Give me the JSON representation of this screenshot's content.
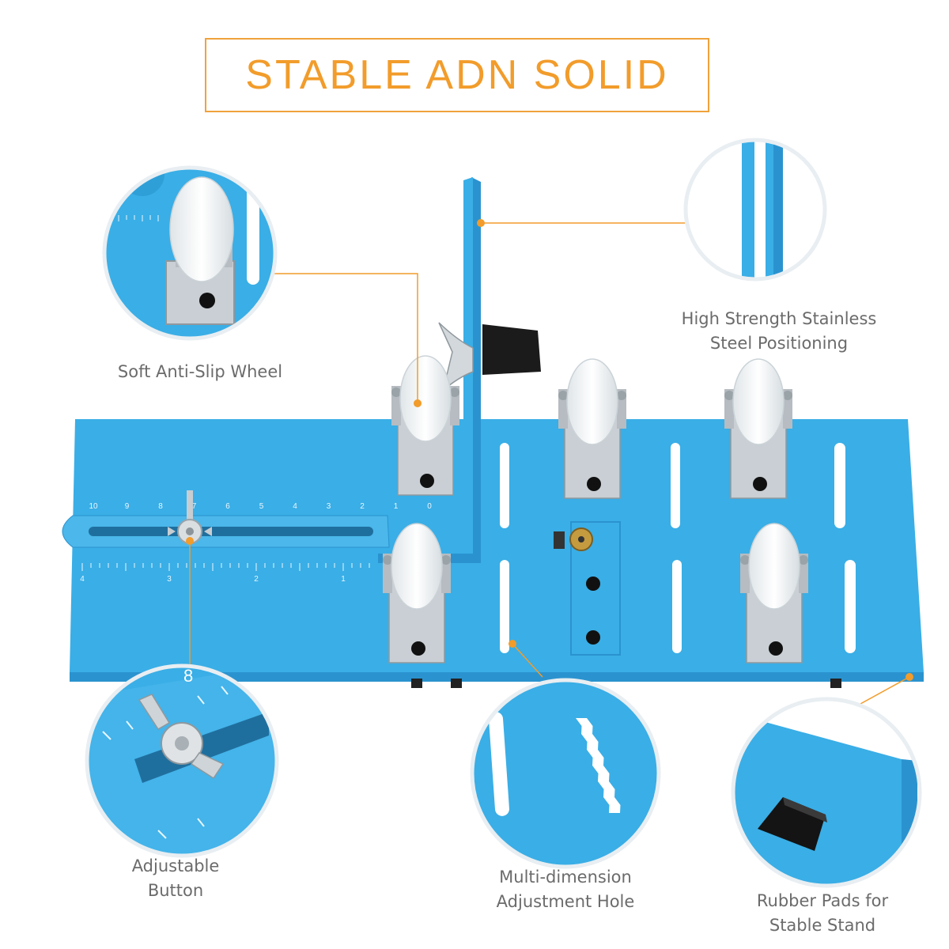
{
  "title": "STABLE ADN SOLID",
  "callouts": {
    "wheel": {
      "lines": [
        "Soft Anti-Slip Wheel"
      ]
    },
    "steel": {
      "lines": [
        "High Strength Stainless",
        "Steel Positioning"
      ]
    },
    "button": {
      "lines": [
        "Adjustable",
        "Button"
      ]
    },
    "hole": {
      "lines": [
        "Multi-dimension",
        "Adjustment Hole"
      ]
    },
    "pads": {
      "lines": [
        "Rubber Pads for",
        "Stable Stand"
      ]
    }
  },
  "ruler_top": [
    "10",
    "9",
    "8",
    "7",
    "6",
    "5",
    "4",
    "3",
    "2",
    "1",
    "0"
  ],
  "ruler_bottom": [
    "4",
    "3",
    "2",
    "1"
  ],
  "zoom_ruler_mark": "8",
  "colors": {
    "accent": "#f29c2b",
    "plate": "#3aaee6",
    "plate_dark": "#2a93cf",
    "wheel": "#eef1f2",
    "bracket": "#c9cfd4",
    "caption": "#6b6b6b"
  }
}
